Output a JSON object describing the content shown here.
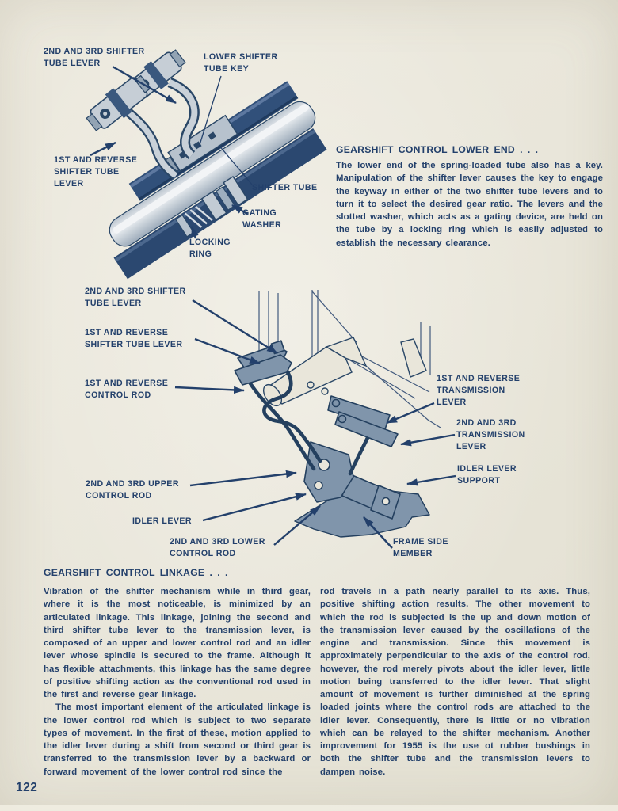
{
  "page": {
    "number": "122",
    "paper_color": "#e9e6da",
    "ink_color": "#23406b",
    "figure_fill_color": "#8095ab"
  },
  "figure_upper": {
    "description": "shifter tube assembly photo illustration",
    "labels": {
      "lever_2nd_3rd": "2ND AND 3RD SHIFTER\nTUBE LEVER",
      "lower_key": "LOWER SHIFTER\nTUBE KEY",
      "lever_1st_rev": "1ST AND REVERSE\nSHIFTER TUBE\nLEVER",
      "shifter_tube": "SHIFTER TUBE",
      "gating_washer": "GATING\nWASHER",
      "locking_ring": "LOCKING\nRING"
    }
  },
  "section_lower_end": {
    "heading": "GEARSHIFT CONTROL LOWER END .  .  .",
    "body": "The lower end of the spring-loaded tube also has a key. Manipulation of the shifter lever causes the key to engage the keyway in either of the two shifter tube levers and to turn it to select the desired gear ratio. The levers and the slotted washer, which acts as a gating device, are held on the tube by a locking ring which is easily adjusted to establish the necessary clearance."
  },
  "figure_lower": {
    "description": "gearshift control linkage line drawing",
    "labels": {
      "lever_2nd_3rd": "2ND AND 3RD SHIFTER\nTUBE LEVER",
      "lever_1st_rev": "1ST AND REVERSE\nSHIFTER TUBE LEVER",
      "rod_1st_rev": "1ST AND REVERSE\nCONTROL ROD",
      "trans_lever_1st_rev": "1ST AND REVERSE\nTRANSMISSION\nLEVER",
      "trans_lever_2nd_3rd": "2ND AND 3RD\nTRANSMISSION\nLEVER",
      "idler_support": "IDLER LEVER\nSUPPORT",
      "upper_rod": "2ND AND 3RD UPPER\nCONTROL ROD",
      "idler_lever": "IDLER LEVER",
      "lower_rod": "2ND AND 3RD LOWER\nCONTROL ROD",
      "frame_member": "FRAME SIDE\nMEMBER"
    }
  },
  "section_linkage": {
    "heading": "GEARSHIFT CONTROL LINKAGE .  .  .",
    "col_left_p1": "Vibration of the shifter mechanism while in third gear, where it is the most noticeable, is minimized by an articulated linkage. This linkage, joining the second and third shifter tube lever to the transmission lever, is composed of an upper and lower control rod and an idler lever whose spindle is secured to the frame. Although it has flexible attachments, this linkage has the same degree of positive shifting action as the conventional rod used in the first and reverse gear linkage.",
    "col_left_p2": "The most important element of the articulated linkage is the lower control rod which is subject to two separate types of movement. In the first of these, motion applied to the idler lever during a shift from second or third gear is transferred to the transmission lever by a backward or forward movement of the lower control rod since the",
    "col_right_p1": "rod travels in a path nearly parallel to its axis. Thus, positive shifting action results. The other movement to which the rod is subjected is the up and down motion of the transmission lever caused by the oscillations of the engine and transmission. Since this movement is approximately perpendicular to the axis of the control rod, however, the rod merely pivots about the idler lever, little motion being transferred to the idler lever. That slight amount of movement is further diminished at the spring loaded joints where the control rods are attached to the idler lever. Consequently, there is little or no vibration which can be relayed to the shifter mechanism. Another improvement for 1955 is the use ot rubber bushings in both the shifter tube and the transmission levers to dampen noise."
  }
}
